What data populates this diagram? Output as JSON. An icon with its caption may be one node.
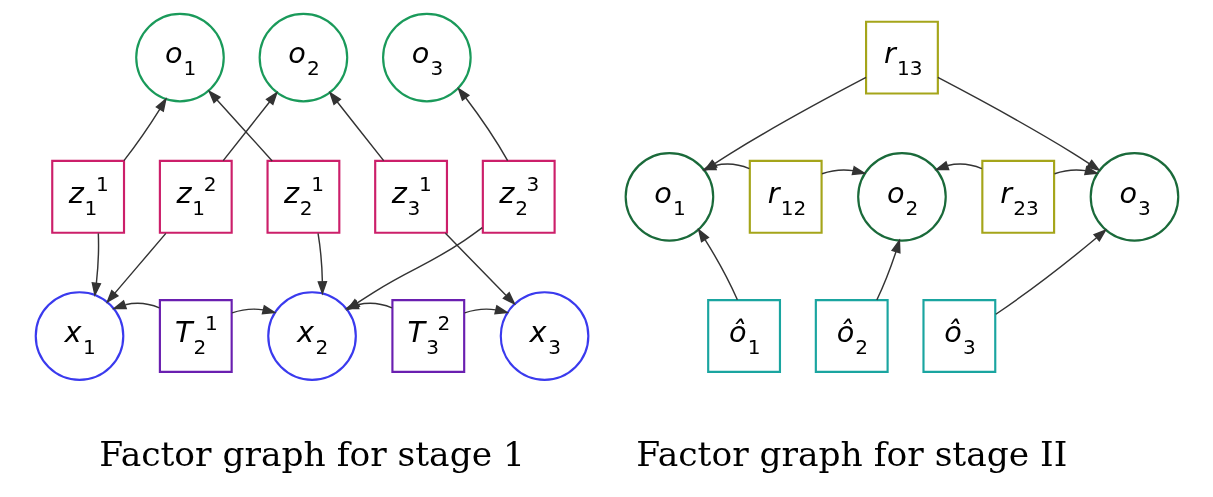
{
  "diagram": {
    "nodes": [
      {
        "text": [
          "o$_{1}$"
        ]
      },
      {
        "text": [
          "o$_{2}$"
        ]
      },
      {
        "text": [
          "o$_{3}$"
        ]
      },
      {
        "text": [
          "z$_{1}$$^{1}$"
        ]
      },
      {
        "text": [
          "z$_{1}$$^{2}$"
        ]
      },
      {
        "text": [
          "z$_{2}$$^{1}$"
        ]
      },
      {
        "text": [
          "z$_{3}$$^{1}$"
        ]
      },
      {
        "text": [
          "z$_{2}$$^{3}$"
        ]
      },
      {
        "text": [
          "x$_{1}$"
        ]
      },
      {
        "text": [
          "T$_{2}$$^{1}$"
        ]
      },
      {
        "text": [
          "x$_{2}$"
        ]
      },
      {
        "text": [
          "T$_{3}$$^{2}$"
        ]
      },
      {
        "text": [
          "x$_{3}$"
        ]
      },
      {
        "text": [
          "r$_{13}$"
        ]
      },
      {
        "text": [
          "o$_{1}$"
        ]
      },
      {
        "text": [
          "r$_{12}$"
        ]
      },
      {
        "text": [
          "o$_{2}$"
        ]
      },
      {
        "text": [
          "r$_{23}$"
        ]
      },
      {
        "text": [
          "o$_{3}$"
        ]
      },
      {
        "text": [
          "ô$_{1}$"
        ]
      },
      {
        "text": [
          "ô$_{2}$"
        ]
      },
      {
        "text": [
          "ô$_{3}$"
        ]
      }
    ],
    "edges": [
      {
        "from": 3,
        "to": 0,
        "arrow": "to"
      },
      {
        "from": 3,
        "to": 8,
        "arrow": "to"
      },
      {
        "from": 4,
        "to": 1,
        "arrow": "to"
      },
      {
        "from": 4,
        "to": 8,
        "arrow": "to"
      },
      {
        "from": 5,
        "to": 0,
        "arrow": "to"
      },
      {
        "from": 5,
        "to": 10,
        "arrow": "to"
      },
      {
        "from": 6,
        "to": 1,
        "arrow": "to"
      },
      {
        "from": 6,
        "to": 12,
        "arrow": "to"
      },
      {
        "from": 7,
        "to": 2,
        "arrow": "to"
      },
      {
        "from": 7,
        "to": 10,
        "arrow": "to"
      },
      {
        "from": 9,
        "to": 8,
        "arrow": "to"
      },
      {
        "from": 9,
        "to": 10,
        "arrow": "to"
      },
      {
        "from": 11,
        "to": 10,
        "arrow": "to"
      },
      {
        "from": 11,
        "to": 12,
        "arrow": "to"
      },
      {
        "from": 13,
        "to": 14,
        "arrow": "to"
      },
      {
        "from": 13,
        "to": 18,
        "arrow": "to"
      },
      {
        "from": 15,
        "to": 14,
        "arrow": "to"
      },
      {
        "from": 15,
        "to": 16,
        "arrow": "to"
      },
      {
        "from": 17,
        "to": 16,
        "arrow": "to"
      },
      {
        "from": 17,
        "to": 18,
        "arrow": "to"
      },
      {
        "from": 19,
        "to": 14,
        "arrow": "to"
      },
      {
        "from": 20,
        "to": 16,
        "arrow": "to"
      },
      {
        "from": 21,
        "to": 18,
        "arrow": "to"
      }
    ],
    "labels": [
      "Factor graph for stage 1",
      "Factor graph for stage II"
    ]
  }
}
